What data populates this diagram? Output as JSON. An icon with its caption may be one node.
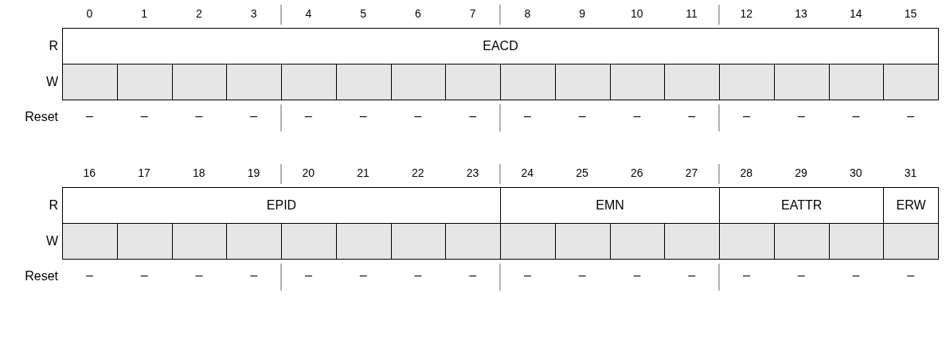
{
  "diagram": {
    "nodes": [
      {
        "text": [
          "EACD"
        ]
      },
      {
        "text": [],
        "shape": "box"
      },
      {
        "text": [],
        "shape": "box"
      },
      {
        "text": [],
        "shape": "box"
      },
      {
        "text": [],
        "shape": "box"
      },
      {
        "text": [],
        "shape": "box"
      },
      {
        "text": [],
        "shape": "box"
      },
      {
        "text": [],
        "shape": "box"
      },
      {
        "text": [],
        "shape": "box"
      },
      {
        "text": [],
        "shape": "box"
      },
      {
        "text": [],
        "shape": "box"
      },
      {
        "text": [],
        "shape": "box"
      },
      {
        "text": [],
        "shape": "box"
      },
      {
        "text": [],
        "shape": "box"
      },
      {
        "text": [],
        "shape": "box"
      },
      {
        "text": [],
        "shape": "box"
      },
      {
        "text": [],
        "shape": "box"
      },
      {
        "text": [
          "EPID"
        ]
      },
      {
        "text": [
          "EMN"
        ]
      },
      {
        "text": [
          "EATTR"
        ]
      },
      {
        "text": [
          "ERW"
        ]
      },
      {
        "text": [],
        "shape": "box"
      },
      {
        "text": [],
        "shape": "box"
      },
      {
        "text": [],
        "shape": "box"
      },
      {
        "text": [],
        "shape": "box"
      },
      {
        "text": [],
        "shape": "box"
      },
      {
        "text": [],
        "shape": "box"
      },
      {
        "text": [],
        "shape": "box"
      },
      {
        "text": [],
        "shape": "box"
      },
      {
        "text": [],
        "shape": "box"
      },
      {
        "text": [],
        "shape": "box"
      },
      {
        "text": [],
        "shape": "box"
      },
      {
        "text": [],
        "shape": "box"
      },
      {
        "text": [],
        "shape": "box"
      },
      {
        "text": [],
        "shape": "box"
      },
      {
        "text": [],
        "shape": "box"
      },
      {
        "text": [],
        "shape": "box"
      }
    ],
    "labels": [
      "0",
      "1",
      "2",
      "3",
      "4",
      "5",
      "6",
      "7",
      "8",
      "9",
      "10",
      "11",
      "12",
      "13",
      "14",
      "15",
      "R",
      "W",
      "Reset",
      "–",
      "–",
      "–",
      "–",
      "–",
      "–",
      "–",
      "–",
      "–",
      "–",
      "–",
      "–",
      "–",
      "–",
      "–",
      "–",
      "16",
      "17",
      "18",
      "19",
      "20",
      "21",
      "22",
      "23",
      "24",
      "25",
      "26",
      "27",
      "28",
      "29",
      "30",
      "31",
      "R",
      "W",
      "Reset",
      "–",
      "–",
      "–",
      "–",
      "–",
      "–",
      "–",
      "–",
      "–",
      "–",
      "–",
      "–",
      "–",
      "–",
      "–",
      "–"
    ]
  }
}
